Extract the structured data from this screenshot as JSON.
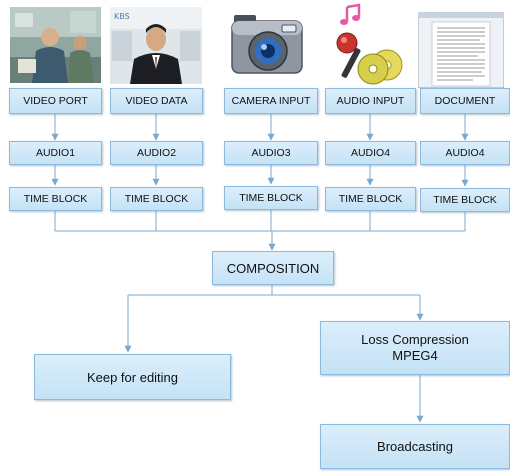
{
  "sources": [
    {
      "label": "VIDEO PORT",
      "audio": "AUDIO1",
      "time": "TIME BLOCK"
    },
    {
      "label": "VIDEO DATA",
      "audio": "AUDIO2",
      "time": "TIME BLOCK"
    },
    {
      "label": "CAMERA INPUT",
      "audio": "AUDIO3",
      "time": "TIME BLOCK"
    },
    {
      "label": "AUDIO INPUT",
      "audio": "AUDIO4",
      "time": "TIME BLOCK"
    },
    {
      "label": "DOCUMENT",
      "audio": "AUDIO4",
      "time": "TIME BLOCK"
    }
  ],
  "composition": "COMPOSITION",
  "keep": "Keep for editing",
  "compression": "Loss Compression\nMPEG4",
  "broadcast": "Broadcasting",
  "colors": {
    "box_fill": "#c9e4f7",
    "box_border": "#8cb9dc",
    "line": "#7aa9cf"
  },
  "icons": [
    "meeting-photo",
    "man-in-suit-photo",
    "camera-icon",
    "music-cd-microphone-icon",
    "document-page-icon"
  ]
}
